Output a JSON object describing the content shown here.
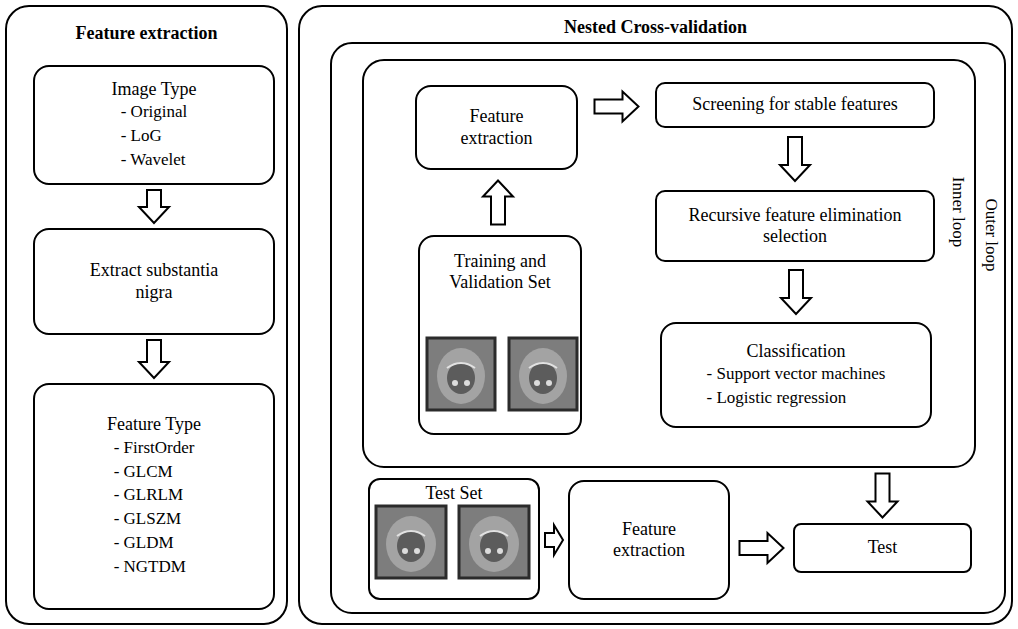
{
  "diagram": {
    "nodes": [
      {
        "text": [
          "Feature extraction"
        ]
      },
      {
        "text": [
          "Image Type",
          "- Original",
          "- LoG",
          "- Wavelet"
        ],
        "in": 0
      },
      {
        "text": [
          "Extract substantia nigra"
        ],
        "in": 0
      },
      {
        "text": [
          "Feature Type",
          "- FirstOrder",
          "- GLCM",
          "- GLRLM",
          "- GLSZM",
          "- GLDM",
          "- NGTDM"
        ],
        "in": 0
      },
      {
        "text": [
          "Nested Cross-validation"
        ]
      },
      {
        "text": [
          "Outer loop"
        ],
        "in": 4
      },
      {
        "text": [
          "Inner loop"
        ],
        "in": 5
      },
      {
        "text": [
          "Feature extraction"
        ],
        "in": 6
      },
      {
        "text": [
          "Screening for stable features"
        ],
        "in": 6
      },
      {
        "text": [
          "Recursive feature elimination selection"
        ],
        "in": 6
      },
      {
        "text": [
          "Classification",
          "- Support vector machines",
          "- Logistic regression"
        ],
        "in": 6
      },
      {
        "text": [
          "Training and Validation Set"
        ],
        "in": 6
      },
      {
        "text": [
          "Test Set"
        ],
        "in": 5
      },
      {
        "text": [
          "Feature extraction"
        ],
        "in": 5
      },
      {
        "text": [
          "Test"
        ],
        "in": 5
      }
    ],
    "edges": [
      {
        "from": 1,
        "to": 2,
        "arrow": "to"
      },
      {
        "from": 2,
        "to": 3,
        "arrow": "to"
      },
      {
        "from": 11,
        "to": 7,
        "arrow": "to"
      },
      {
        "from": 7,
        "to": 8,
        "arrow": "to"
      },
      {
        "from": 8,
        "to": 9,
        "arrow": "to"
      },
      {
        "from": 9,
        "to": 10,
        "arrow": "to"
      },
      {
        "from": 12,
        "to": 13,
        "arrow": "to"
      },
      {
        "from": 13,
        "to": 14,
        "arrow": "to"
      },
      {
        "from": 6,
        "to": 14,
        "arrow": "to"
      }
    ]
  }
}
